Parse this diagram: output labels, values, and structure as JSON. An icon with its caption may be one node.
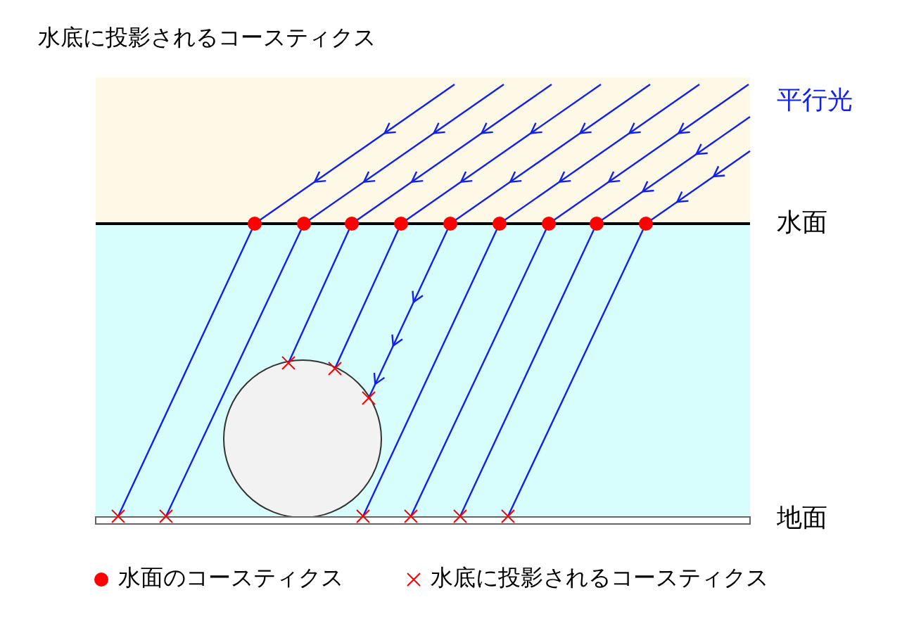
{
  "diagram": {
    "title": "水底に投影されるコースティクス",
    "labels": [
      "平行光",
      "水面",
      "地面"
    ],
    "legend": [
      {
        "text": "水面のコースティクス",
        "color": "#ff0000"
      },
      {
        "text": "水底に投影されるコースティクス"
      }
    ]
  }
}
